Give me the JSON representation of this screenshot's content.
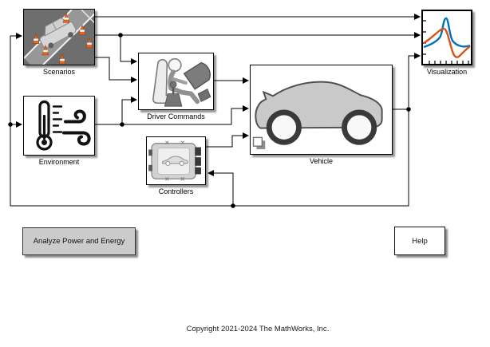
{
  "window": {
    "type": "simulink-model-canvas"
  },
  "blocks": {
    "scenarios": {
      "label": "Scenarios"
    },
    "environment": {
      "label": "Environment"
    },
    "driver_commands": {
      "label": "Driver Commands"
    },
    "controllers": {
      "label": "Controllers"
    },
    "vehicle": {
      "label": "Vehicle"
    },
    "visualization": {
      "label": "Visualization"
    }
  },
  "buttons": {
    "analyze": {
      "label": "Analyze Power and Energy"
    },
    "help": {
      "label": "Help"
    }
  },
  "annotation": {
    "copyright": "Copyright 2021-2024 The MathWorks, Inc."
  },
  "icons": {
    "scenarios": "car-road-traffic-cones-icon",
    "environment": "thermometer-wind-icon",
    "driver_commands": "driver-seat-steering-wheel-icon",
    "controllers": "ecu-controller-icon",
    "vehicle": "car-side-icon",
    "vehicle_badge": "subsystem-badge-icon",
    "visualization": "line-plot-icon"
  },
  "colors": {
    "wire": "#000000",
    "plot_blue": "#0072bd",
    "plot_orange": "#d95319",
    "cone_orange": "#e8641e",
    "button_gray": "#cbcbcb",
    "block_border": "#000000"
  }
}
